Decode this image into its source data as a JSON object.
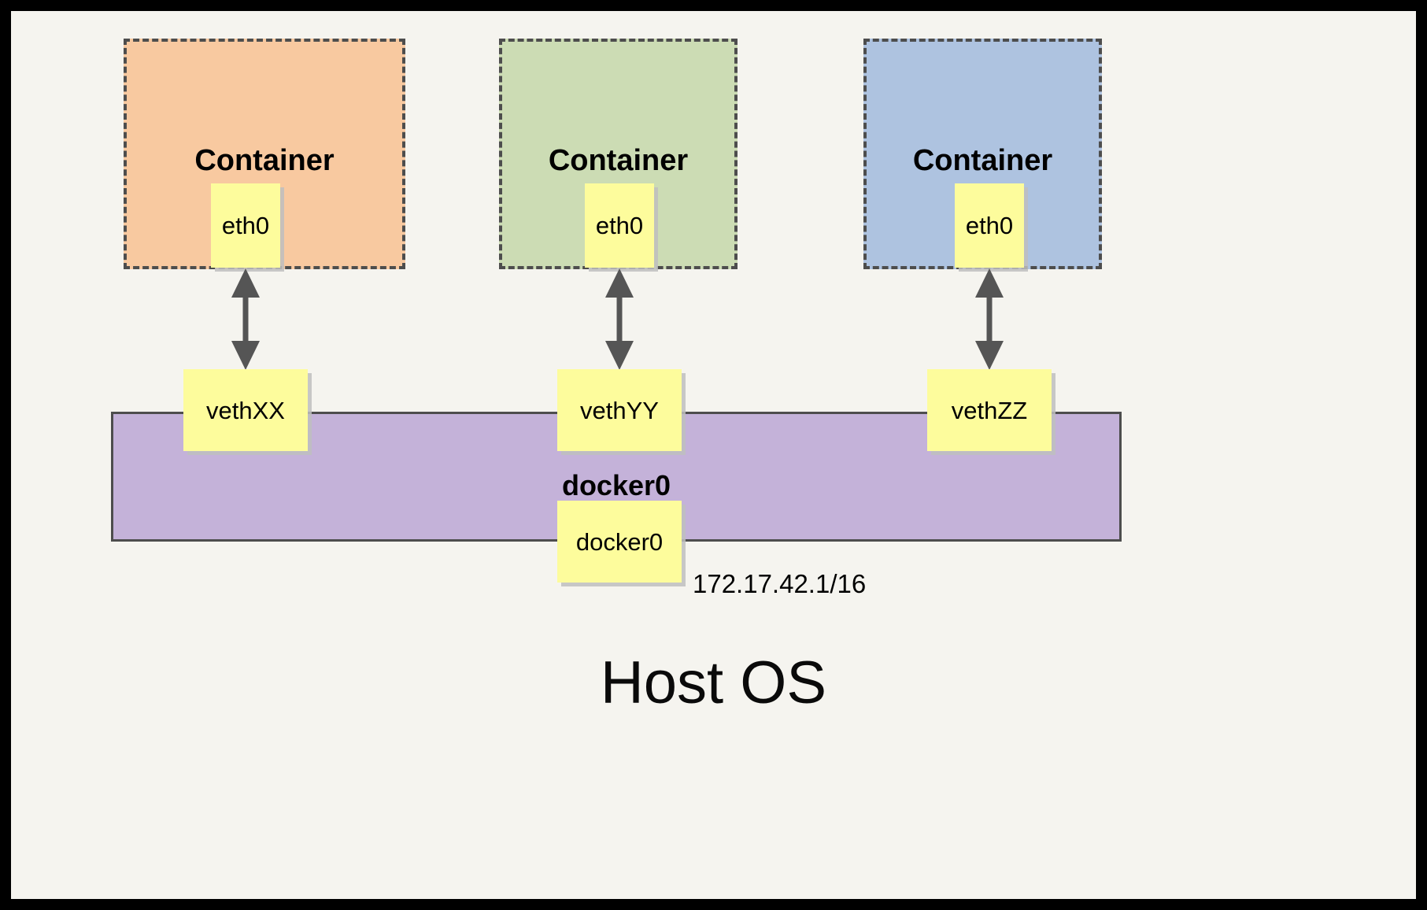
{
  "diagram": {
    "title_bottom": "Host OS",
    "background_color": "#f5f4ef",
    "frame_color": "#000000",
    "containers": [
      {
        "label": "Container",
        "fill": "#f8c9a0",
        "border_style": "dashed",
        "border_color": "#4d4d4d",
        "interface": {
          "label": "eth0",
          "fill": "#fdfc9c"
        }
      },
      {
        "label": "Container",
        "fill": "#ccdcb4",
        "border_style": "dashed",
        "border_color": "#4d4d4d",
        "interface": {
          "label": "eth0",
          "fill": "#fdfc9c"
        }
      },
      {
        "label": "Container",
        "fill": "#aec3e0",
        "border_style": "dashed",
        "border_color": "#4d4d4d",
        "interface": {
          "label": "eth0",
          "fill": "#fdfc9c"
        }
      }
    ],
    "veth_pairs": [
      {
        "label": "vethXX",
        "fill": "#fdfc9c"
      },
      {
        "label": "vethYY",
        "fill": "#fdfc9c"
      },
      {
        "label": "vethZZ",
        "fill": "#fdfc9c"
      }
    ],
    "links": [
      {
        "from": "eth0",
        "to": "vethXX",
        "style": "double-headed-arrow",
        "color": "#555555"
      },
      {
        "from": "eth0",
        "to": "vethYY",
        "style": "double-headed-arrow",
        "color": "#555555"
      },
      {
        "from": "eth0",
        "to": "vethZZ",
        "style": "double-headed-arrow",
        "color": "#555555"
      }
    ],
    "bridge": {
      "label": "docker0",
      "fill": "#c4b2d9",
      "border_color": "#4d4d4d",
      "interface": {
        "label": "docker0",
        "fill": "#fdfc9c"
      },
      "ip_address": "172.17.42.1/16"
    }
  }
}
